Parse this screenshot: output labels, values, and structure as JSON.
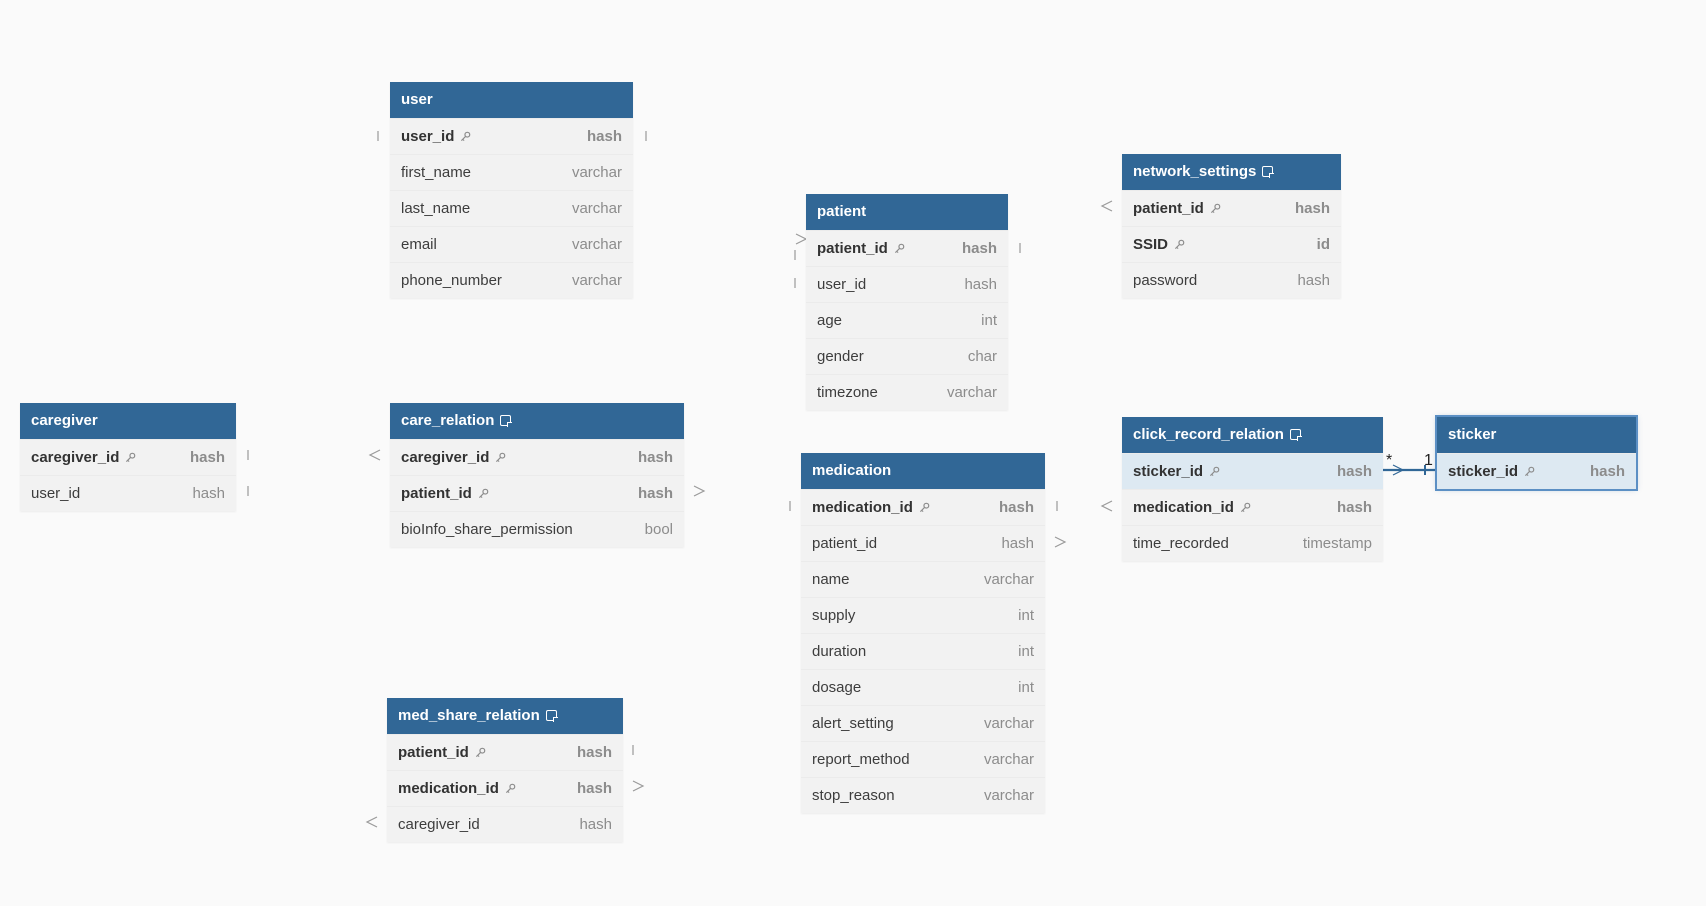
{
  "colors": {
    "header_bg": "#316796",
    "header_text": "#ffffff",
    "row_bg": "#f2f2f2",
    "selected_row_bg": "#dde9f2",
    "edge": "#9a9a9a",
    "selected_edge": "#316796"
  },
  "tables": {
    "user": {
      "name": "user",
      "fields": [
        {
          "name": "user_id",
          "type": "hash",
          "key": true
        },
        {
          "name": "first_name",
          "type": "varchar"
        },
        {
          "name": "last_name",
          "type": "varchar"
        },
        {
          "name": "email",
          "type": "varchar"
        },
        {
          "name": "phone_number",
          "type": "varchar"
        }
      ]
    },
    "patient": {
      "name": "patient",
      "fields": [
        {
          "name": "patient_id",
          "type": "hash",
          "key": true
        },
        {
          "name": "user_id",
          "type": "hash"
        },
        {
          "name": "age",
          "type": "int"
        },
        {
          "name": "gender",
          "type": "char"
        },
        {
          "name": "timezone",
          "type": "varchar"
        }
      ]
    },
    "network_settings": {
      "name": "network_settings",
      "has_note": true,
      "fields": [
        {
          "name": "patient_id",
          "type": "hash",
          "key": true
        },
        {
          "name": "SSID",
          "type": "id",
          "key": true
        },
        {
          "name": "password",
          "type": "hash"
        }
      ]
    },
    "caregiver": {
      "name": "caregiver",
      "fields": [
        {
          "name": "caregiver_id",
          "type": "hash",
          "key": true
        },
        {
          "name": "user_id",
          "type": "hash"
        }
      ]
    },
    "care_relation": {
      "name": "care_relation",
      "has_note": true,
      "fields": [
        {
          "name": "caregiver_id",
          "type": "hash",
          "key": true
        },
        {
          "name": "patient_id",
          "type": "hash",
          "key": true
        },
        {
          "name": "bioInfo_share_permission",
          "type": "bool"
        }
      ]
    },
    "click_record_relation": {
      "name": "click_record_relation",
      "has_note": true,
      "fields": [
        {
          "name": "sticker_id",
          "type": "hash",
          "key": true,
          "highlight": true
        },
        {
          "name": "medication_id",
          "type": "hash",
          "key": true
        },
        {
          "name": "time_recorded",
          "type": "timestamp"
        }
      ]
    },
    "sticker": {
      "name": "sticker",
      "selected": true,
      "fields": [
        {
          "name": "sticker_id",
          "type": "hash",
          "key": true,
          "highlight": true
        }
      ]
    },
    "medication": {
      "name": "medication",
      "fields": [
        {
          "name": "medication_id",
          "type": "hash",
          "key": true
        },
        {
          "name": "patient_id",
          "type": "hash"
        },
        {
          "name": "name",
          "type": "varchar"
        },
        {
          "name": "supply",
          "type": "int"
        },
        {
          "name": "duration",
          "type": "int"
        },
        {
          "name": "dosage",
          "type": "int"
        },
        {
          "name": "alert_setting",
          "type": "varchar"
        },
        {
          "name": "report_method",
          "type": "varchar"
        },
        {
          "name": "stop_reason",
          "type": "varchar"
        }
      ]
    },
    "med_share_relation": {
      "name": "med_share_relation",
      "has_note": true,
      "fields": [
        {
          "name": "patient_id",
          "type": "hash",
          "key": true
        },
        {
          "name": "medication_id",
          "type": "hash",
          "key": true
        },
        {
          "name": "caregiver_id",
          "type": "hash"
        }
      ]
    }
  },
  "relations": [
    {
      "from": "caregiver.user_id",
      "to": "user.user_id",
      "from_card": "1",
      "to_card": "1"
    },
    {
      "from": "caregiver.caregiver_id",
      "to": "care_relation.caregiver_id",
      "from_card": "1",
      "to_card": "*"
    },
    {
      "from": "caregiver.caregiver_id",
      "to": "med_share_relation.caregiver_id",
      "from_card": "1",
      "to_card": "*"
    },
    {
      "from": "user.user_id",
      "to": "patient.user_id",
      "from_card": "1",
      "to_card": "1"
    },
    {
      "from": "care_relation.patient_id",
      "to": "patient.patient_id",
      "from_card": "*",
      "to_card": "1"
    },
    {
      "from": "med_share_relation.patient_id",
      "to": "patient.patient_id",
      "from_card": "1",
      "to_card": "*"
    },
    {
      "from": "med_share_relation.medication_id",
      "to": "medication.medication_id",
      "from_card": "*",
      "to_card": "1"
    },
    {
      "from": "patient.patient_id",
      "to": "network_settings.patient_id",
      "from_card": "1",
      "to_card": "*"
    },
    {
      "from": "patient.patient_id",
      "to": "medication.patient_id",
      "from_card": "1",
      "to_card": "*"
    },
    {
      "from": "medication.medication_id",
      "to": "click_record_relation.medication_id",
      "from_card": "1",
      "to_card": "*"
    },
    {
      "from": "click_record_relation.sticker_id",
      "to": "sticker.sticker_id",
      "from_card": "*",
      "to_card": "1",
      "selected": true
    }
  ],
  "selected_relation_labels": {
    "many": "*",
    "one": "1"
  }
}
